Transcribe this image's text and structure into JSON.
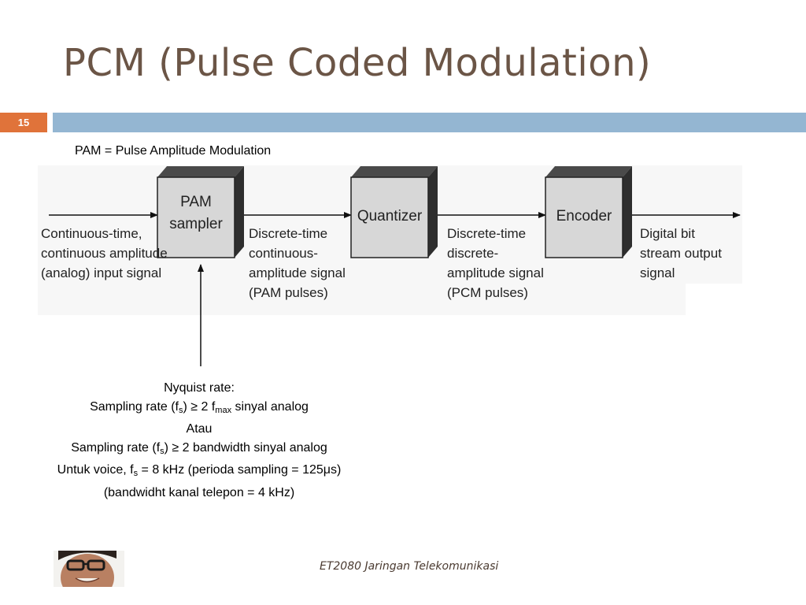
{
  "slide": {
    "title": "PCM (Pulse Coded Modulation)",
    "number": "15",
    "pam_definition": "PAM = Pulse Amplitude Modulation",
    "footer": "ET2080 Jaringan Telekomunikasi"
  },
  "diagram": {
    "blocks": [
      {
        "line1": "PAM",
        "line2": "sampler"
      },
      {
        "line1": "Quantizer"
      },
      {
        "line1": "Encoder"
      }
    ],
    "input_label": [
      "Continuous-time,",
      "continuous amplitude",
      "(analog) input signal"
    ],
    "pam_output_label": [
      "Discrete-time",
      "continuous-",
      "amplitude signal",
      "(PAM pulses)"
    ],
    "quant_output_label": [
      "Discrete-time",
      "discrete-",
      "amplitude signal",
      "(PCM pulses)"
    ],
    "encoder_output_label": [
      "Digital bit",
      "stream output",
      "signal"
    ]
  },
  "notes": {
    "line1": "Nyquist rate:",
    "line2_pre": "Sampling rate (f",
    "line2_sub1": "s",
    "line2_mid": ") ≥ 2 f",
    "line2_sub2": "max",
    "line2_post": " sinyal analog",
    "line3": "Atau",
    "line4_pre": "Sampling rate (f",
    "line4_sub": "s",
    "line4_post": ") ≥ 2 bandwidth sinyal analog",
    "line5_pre": "Untuk voice, f",
    "line5_sub": "s",
    "line5_post": " = 8 kHz (perioda sampling = 125μs)",
    "line6": "(bandwidht kanal telepon = 4 kHz)"
  },
  "colors": {
    "title": "#6b5546",
    "number_box": "#e0733a",
    "rule": "#94b6d2",
    "block_fill": "#d7d7d7",
    "diagram_bg": "#f7f7f7"
  }
}
